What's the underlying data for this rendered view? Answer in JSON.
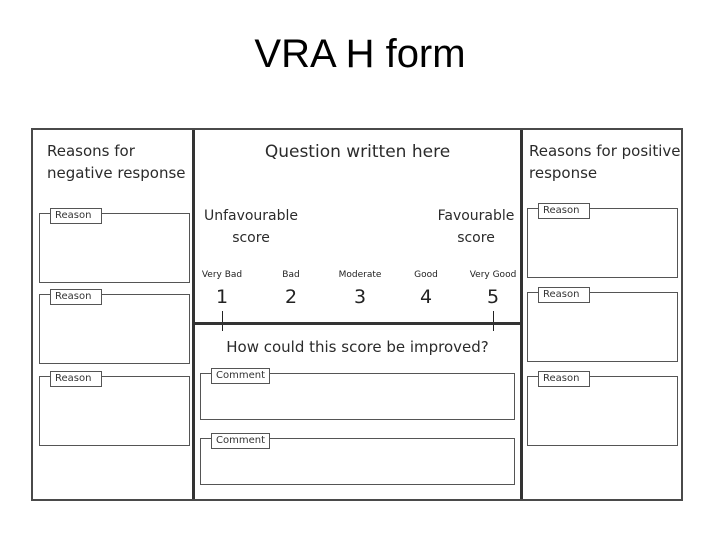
{
  "title": "VRA H form",
  "left_panel": {
    "heading": "Reasons for\nnegative response",
    "boxes": [
      {
        "label": "Reason"
      },
      {
        "label": "Reason"
      },
      {
        "label": "Reason"
      }
    ]
  },
  "middle_panel": {
    "question": "Question written here",
    "unfavourable": "Unfavourable\nscore",
    "favourable": "Favourable\nscore",
    "scale": [
      {
        "word": "Very Bad",
        "number": "1"
      },
      {
        "word": "Bad",
        "number": "2"
      },
      {
        "word": "Moderate",
        "number": "3"
      },
      {
        "word": "Good",
        "number": "4"
      },
      {
        "word": "Very Good",
        "number": "5"
      }
    ],
    "improve_question": "How could this score be improved?",
    "comments": [
      {
        "label": "Comment"
      },
      {
        "label": "Comment"
      }
    ]
  },
  "right_panel": {
    "heading": "Reasons for positive\nresponse",
    "boxes": [
      {
        "label": "Reason"
      },
      {
        "label": "Reason"
      },
      {
        "label": "Reason"
      }
    ]
  }
}
